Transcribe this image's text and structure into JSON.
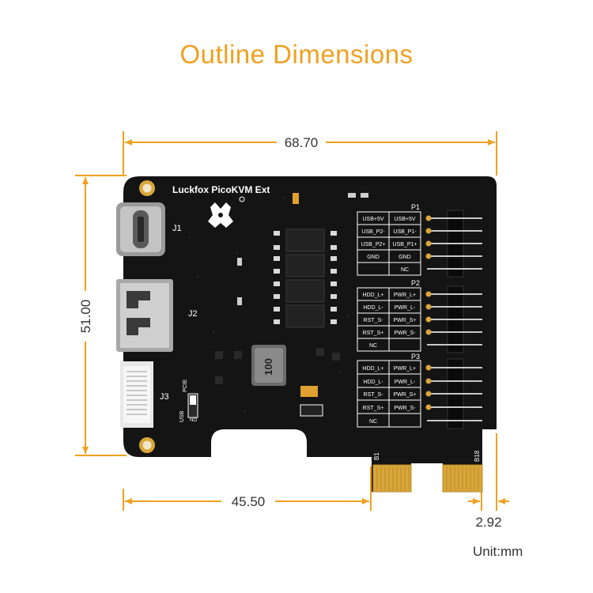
{
  "page": {
    "title": "Outline Dimensions",
    "unit": "Unit:mm"
  },
  "dimensions": {
    "width_total": "68.70",
    "height": "51.00",
    "width_to_slot": "45.50",
    "edge_offset": "2.92"
  },
  "board": {
    "name": "Luckfox PicoKVM Ext",
    "connectors": {
      "j1": "J1",
      "j2": "J2",
      "j3": "J3",
      "p1": "P1",
      "p2": "P2",
      "p3": "P3",
      "b1": "B1",
      "b18": "B18"
    },
    "switch": {
      "pcie": "PCIE",
      "usb": "USB",
      "no": "NO"
    },
    "inductor": "100",
    "p1_rows": [
      [
        "USB+5V",
        "USB+5V"
      ],
      [
        "USB_P2-",
        "USB_P1-"
      ],
      [
        "USB_P2+",
        "USB_P1+"
      ],
      [
        "GND",
        "GND"
      ],
      [
        "",
        "NC"
      ]
    ],
    "p2_rows": [
      [
        "HDD_L+",
        "PWR_L+"
      ],
      [
        "HDD_L-",
        "PWR_L-"
      ],
      [
        "RST_S-",
        "PWR_S+"
      ],
      [
        "RST_S+",
        "PWR_S-"
      ],
      [
        "NC",
        ""
      ]
    ],
    "p3_rows": [
      [
        "HDD_L+",
        "PWR_L+"
      ],
      [
        "HDD_L-",
        "PWR_L-"
      ],
      [
        "RST_S-",
        "PWR_S+"
      ],
      [
        "RST_S+",
        "PWR_S-"
      ],
      [
        "NC",
        ""
      ]
    ]
  },
  "colors": {
    "accent": "#f0a020",
    "pcb": "#141414",
    "gold": "#d9a63a",
    "silk": "#ffffff"
  }
}
